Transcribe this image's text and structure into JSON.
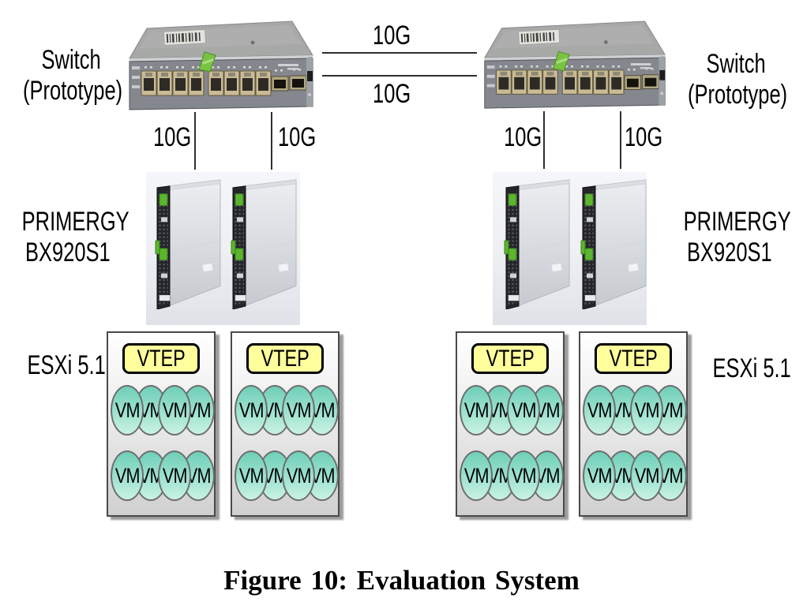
{
  "caption": "Figure 10: Evaluation System",
  "labels": {
    "switch_line1": "Switch",
    "switch_line2": "(Prototype)",
    "server_line1": "PRIMERGY",
    "server_line2": "BX920S1",
    "hypervisor": "ESXi 5.1",
    "vtep": "VTEP",
    "vm": "VM"
  },
  "topology": {
    "switch_count": 2,
    "blade_server_count": 4,
    "esxi_host_count": 4,
    "vteps_per_host": 1,
    "vms_per_host": 8,
    "links": [
      {
        "id": "inter-switch-top",
        "speed": "10G"
      },
      {
        "id": "inter-switch-bottom",
        "speed": "10G"
      },
      {
        "id": "left-switch-server-1",
        "speed": "10G"
      },
      {
        "id": "left-switch-server-2",
        "speed": "10G"
      },
      {
        "id": "right-switch-server-1",
        "speed": "10G"
      },
      {
        "id": "right-switch-server-2",
        "speed": "10G"
      }
    ]
  },
  "colors": {
    "vtep_fill": "#FEFE9C",
    "vm_gradient_top": "#6FCFB8",
    "vm_gradient_bottom": "#C9F2E3",
    "line": "#2F2F2F",
    "switch_lever_green": "#79C243",
    "blade_latch_green": "#5CB52E"
  }
}
